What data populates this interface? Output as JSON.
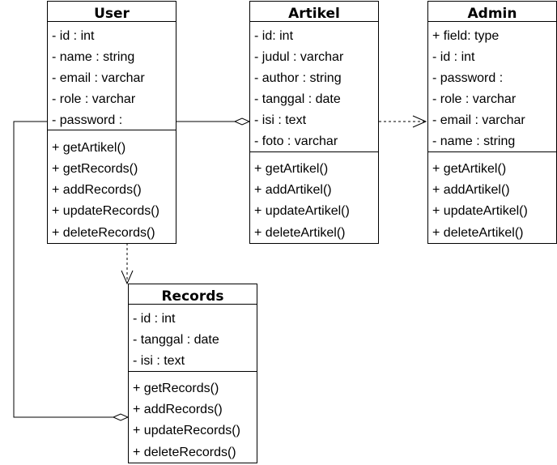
{
  "classes": {
    "user": {
      "name": "User",
      "attributes": [
        "- id : int",
        "- name : string",
        "- email : varchar",
        "- role : varchar",
        "- password :"
      ],
      "methods": [
        "+ getArtikel()",
        "+ getRecords()",
        "+ addRecords()",
        "+ updateRecords()",
        "+ deleteRecords()"
      ]
    },
    "artikel": {
      "name": "Artikel",
      "attributes": [
        "- id: int",
        "- judul : varchar",
        "- author : string",
        "- tanggal : date",
        "- isi : text",
        "- foto : varchar"
      ],
      "methods": [
        "+ getArtikel()",
        "+ addArtikel()",
        "+ updateArtikel()",
        "+ deleteArtikel()"
      ]
    },
    "admin": {
      "name": "Admin",
      "attributes": [
        "+ field: type",
        "- id : int",
        "- password :",
        "- role : varchar",
        "- email : varchar",
        "- name : string"
      ],
      "methods": [
        "+ getArtikel()",
        "+ addArtikel()",
        "+ updateArtikel()",
        "+ deleteArtikel()"
      ]
    },
    "records": {
      "name": "Records",
      "attributes": [
        "- id : int",
        "- tanggal : date",
        "- isi : text"
      ],
      "methods": [
        "+ getRecords()",
        "+ addRecords()",
        "+ updateRecords()",
        "+ deleteRecords()"
      ]
    }
  },
  "relations": [
    {
      "from": "user",
      "to": "artikel",
      "kind": "aggregation"
    },
    {
      "from": "artikel",
      "to": "admin",
      "kind": "dependency"
    },
    {
      "from": "user",
      "to": "records",
      "kind": "dependency"
    },
    {
      "from": "user",
      "to": "records",
      "kind": "aggregation"
    }
  ]
}
